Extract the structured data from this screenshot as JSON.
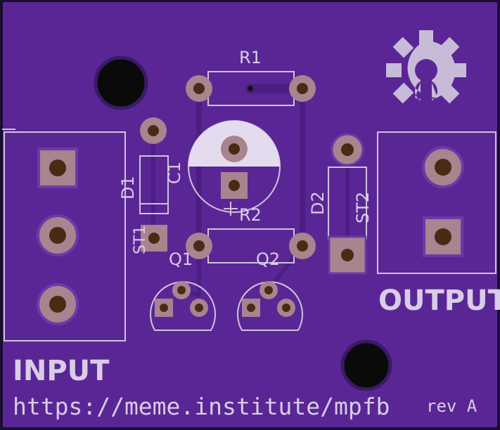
{
  "board": {
    "colors": {
      "soldermask": "#5a2696",
      "copper_track": "#4b1f82",
      "pad": "#a8848f",
      "pad_hole": "#4a2a12",
      "silkscreen": "#d8cde6",
      "mount_hole": "#0a0a0a",
      "edge": "#1a0f2e"
    },
    "labels": {
      "r1": "R1",
      "r2": "R2",
      "c1": "C1",
      "d1": "D1",
      "d2": "D2",
      "st1": "ST1",
      "st2": "ST2",
      "q1": "Q1",
      "q2": "Q2",
      "input": "INPUT",
      "output": "OUTPUT",
      "url": "https://meme.institute/mpfb",
      "rev": "rev A"
    },
    "logo": "open-hardware-gear-icon"
  }
}
